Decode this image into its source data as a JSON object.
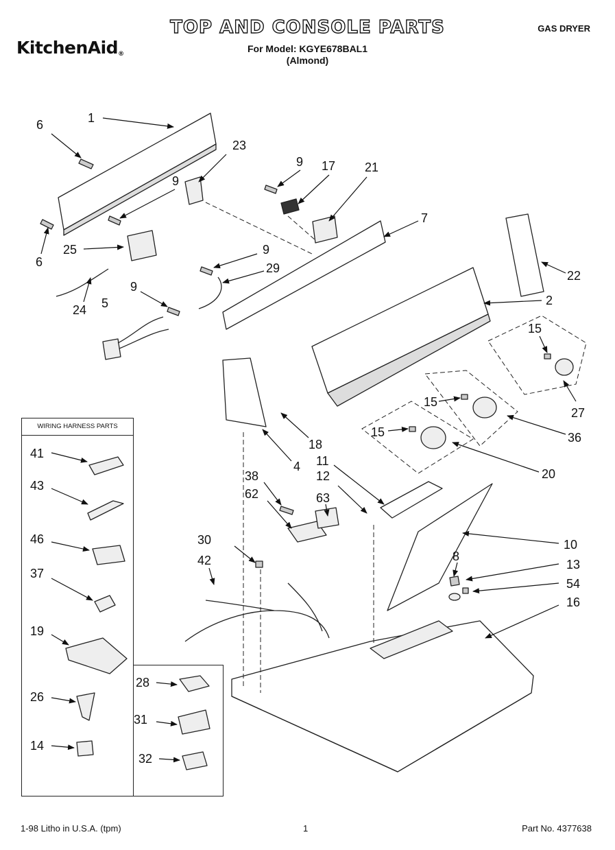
{
  "header": {
    "brand": "KitchenAid",
    "brand_mark": "®",
    "title": "TOP AND CONSOLE PARTS",
    "model_line": "For Model: KGYE678BAL1",
    "color_line": "(Almond)",
    "product_type": "GAS DRYER"
  },
  "harness_box": {
    "title": "WIRING HARNESS PARTS"
  },
  "footer": {
    "left": "1-98 Litho in U.S.A. (tpm)",
    "page": "1",
    "part_no": "Part No. 4377638"
  },
  "callouts": [
    {
      "id": "c6a",
      "label": "6"
    },
    {
      "id": "c1",
      "label": "1"
    },
    {
      "id": "c23",
      "label": "23"
    },
    {
      "id": "c9a",
      "label": "9"
    },
    {
      "id": "c17",
      "label": "17"
    },
    {
      "id": "c21",
      "label": "21"
    },
    {
      "id": "c9b",
      "label": "9"
    },
    {
      "id": "c7",
      "label": "7"
    },
    {
      "id": "c6b",
      "label": "6"
    },
    {
      "id": "c25",
      "label": "25"
    },
    {
      "id": "c9c",
      "label": "9"
    },
    {
      "id": "c29",
      "label": "29"
    },
    {
      "id": "c22",
      "label": "22"
    },
    {
      "id": "c24",
      "label": "24"
    },
    {
      "id": "c9d",
      "label": "9"
    },
    {
      "id": "c2",
      "label": "2"
    },
    {
      "id": "c5",
      "label": "5"
    },
    {
      "id": "c15a",
      "label": "15"
    },
    {
      "id": "c27",
      "label": "27"
    },
    {
      "id": "c15b",
      "label": "15"
    },
    {
      "id": "c36",
      "label": "36"
    },
    {
      "id": "c15c",
      "label": "15"
    },
    {
      "id": "c18",
      "label": "18"
    },
    {
      "id": "c11",
      "label": "11"
    },
    {
      "id": "c4",
      "label": "4"
    },
    {
      "id": "c20",
      "label": "20"
    },
    {
      "id": "c41",
      "label": "41"
    },
    {
      "id": "c12",
      "label": "12"
    },
    {
      "id": "c38",
      "label": "38"
    },
    {
      "id": "c43",
      "label": "43"
    },
    {
      "id": "c62",
      "label": "62"
    },
    {
      "id": "c63",
      "label": "63"
    },
    {
      "id": "c46",
      "label": "46"
    },
    {
      "id": "c10",
      "label": "10"
    },
    {
      "id": "c30",
      "label": "30"
    },
    {
      "id": "c8",
      "label": "8"
    },
    {
      "id": "c42",
      "label": "42"
    },
    {
      "id": "c13",
      "label": "13"
    },
    {
      "id": "c37",
      "label": "37"
    },
    {
      "id": "c54",
      "label": "54"
    },
    {
      "id": "c16",
      "label": "16"
    },
    {
      "id": "c19",
      "label": "19"
    },
    {
      "id": "c28",
      "label": "28"
    },
    {
      "id": "c26",
      "label": "26"
    },
    {
      "id": "c31",
      "label": "31"
    },
    {
      "id": "c14",
      "label": "14"
    },
    {
      "id": "c32",
      "label": "32"
    }
  ]
}
